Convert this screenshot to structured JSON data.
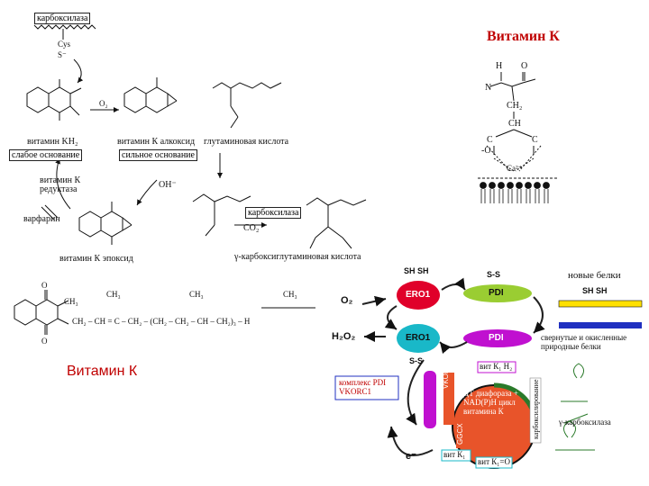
{
  "titles": {
    "right": "Витамин К",
    "left": "Витамин К"
  },
  "cycle": {
    "carboxylase_top": "карбоксилаза",
    "cys": "Cys",
    "s_minus": "S⁻",
    "o2": "O₂",
    "vitamin_kh2": "витамин KH₂",
    "weak_base": "слабое основание",
    "vk_alkoxide": "витамин К алкоксид",
    "strong_base": "сильное основание",
    "glutamic_acid": "глутаминовая кислота",
    "vk_reductase": "витамин К редуктаза",
    "warfarin": "варфарин",
    "oh_minus": "OH⁻",
    "carboxylase_mid": "карбоксилаза",
    "co2": "CO₂",
    "vk_epoxide": "витамин К эпоксид",
    "gamma_carboxyglutamic": "γ-карбоксиглутаминовая кислота"
  },
  "chelate": {
    "n": "N",
    "h": "H",
    "c": "C",
    "o": "O",
    "ch2": "CH₂",
    "ch": "CH",
    "ca": "Ca²⁺",
    "o_minus": "-O"
  },
  "folding": {
    "sh_sh": "SH SH",
    "s_s": "S-S",
    "new_proteins": "новые белки",
    "ero1": "ERO1",
    "pdi": "PDI",
    "o2": "O₂",
    "h2o2": "H₂O₂",
    "folded_label": "свернутые и окисленные природные белки",
    "complex": "комплекс PDI VKORC1",
    "vit_k1_h2": "вит К₁ Н₂",
    "dt_diaphorase": "ДТ диафораза + NAD(P)H цикл витамина К",
    "vkor": "VKOR",
    "ggcx": "GGCX",
    "carboxylation": "карбоксилирование",
    "gamma_carboxylase": "γ-карбоксилаза",
    "vit_k1": "вит К₁",
    "vit_k1_o": "вит К₁=О",
    "e_minus": "e⁻"
  },
  "colors": {
    "title": "#c00000",
    "ero1_top": "#e0002a",
    "ero1_bottom": "#19b8c8",
    "pdi_green": "#9acd32",
    "pdi_purple": "#c010d0",
    "cycle_orange": "#e8542a",
    "cycle_dark": "#2a7a2a",
    "yellow_bar": "#ffe000",
    "blue_bar": "#2030c0"
  }
}
